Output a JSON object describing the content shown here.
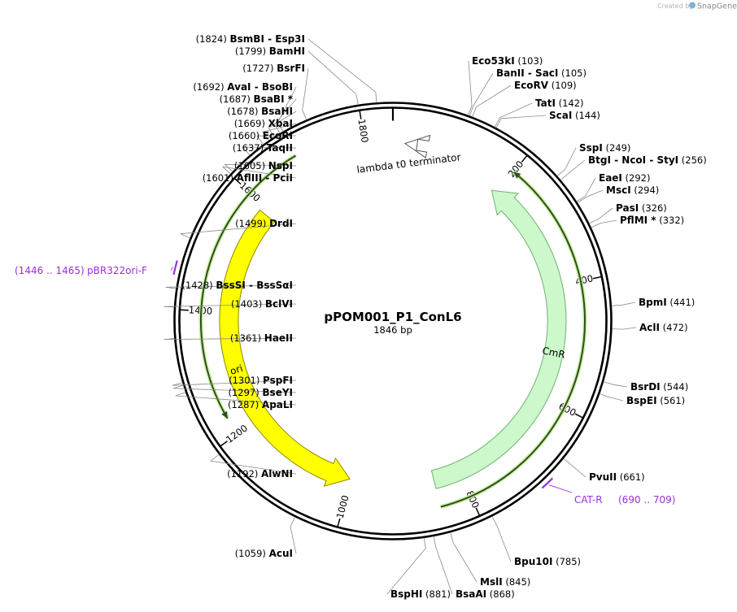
{
  "credit": {
    "prefix": "Created by",
    "brand": "SnapGene"
  },
  "plasmid": {
    "name": "pPOM001_P1_ConL6",
    "length_label": "1846 bp",
    "length": 1846
  },
  "ticks": [
    "200",
    "400",
    "600",
    "800",
    "1000",
    "1200",
    "1400",
    "1600",
    "1800"
  ],
  "features": [
    {
      "name": "lambda t0 terminator",
      "start": 20,
      "end": 40,
      "strand": -1,
      "color": "#ffffff"
    },
    {
      "name": "CmR",
      "start": 190,
      "end": 849,
      "strand": -1,
      "color": "#ccf8cc"
    },
    {
      "name": "ori",
      "start": 1001,
      "end": 1589,
      "strand": -1,
      "color": "#ffff00"
    }
  ],
  "orfs": [
    {
      "start": 200,
      "end": 849,
      "strand": -1
    },
    {
      "start": 1228,
      "end": 1690,
      "strand": -1
    }
  ],
  "primers": [
    {
      "name": "pBR322ori-F",
      "range": "(1446 .. 1465)",
      "start": 1446,
      "end": 1465
    },
    {
      "name": "CAT-R",
      "range": "(690 .. 709)",
      "start": 690,
      "end": 709
    }
  ],
  "sites": [
    {
      "name": "BsmBI",
      "extra": "Esp3I",
      "pos": 1824,
      "marker": ""
    },
    {
      "name": "BamHI",
      "extra": "",
      "pos": 1799,
      "marker": ""
    },
    {
      "name": "BsrFI",
      "extra": "",
      "pos": 1727,
      "marker": ""
    },
    {
      "name": "AvaI",
      "extra": "BsoBI",
      "pos": 1692,
      "marker": ""
    },
    {
      "name": "BsaBI",
      "extra": "",
      "pos": 1687,
      "marker": "*"
    },
    {
      "name": "BsaHI",
      "extra": "",
      "pos": 1678,
      "marker": ""
    },
    {
      "name": "XbaI",
      "extra": "",
      "pos": 1669,
      "marker": ""
    },
    {
      "name": "EcoRI",
      "extra": "",
      "pos": 1660,
      "marker": ""
    },
    {
      "name": "TaqII",
      "extra": "",
      "pos": 1637,
      "marker": ""
    },
    {
      "name": "NspI",
      "extra": "",
      "pos": 1605,
      "marker": ""
    },
    {
      "name": "AflIII",
      "extra": "PciI",
      "pos": 1601,
      "marker": ""
    },
    {
      "name": "DrdI",
      "extra": "",
      "pos": 1499,
      "marker": ""
    },
    {
      "name": "BssSI",
      "extra": "BssSαI",
      "pos": 1428,
      "marker": ""
    },
    {
      "name": "BclVI",
      "extra": "",
      "pos": 1403,
      "marker": ""
    },
    {
      "name": "HaeII",
      "extra": "",
      "pos": 1361,
      "marker": ""
    },
    {
      "name": "PspFI",
      "extra": "",
      "pos": 1301,
      "marker": ""
    },
    {
      "name": "BseYI",
      "extra": "",
      "pos": 1297,
      "marker": ""
    },
    {
      "name": "ApaLI",
      "extra": "",
      "pos": 1287,
      "marker": ""
    },
    {
      "name": "AlwNI",
      "extra": "",
      "pos": 1192,
      "marker": ""
    },
    {
      "name": "AcuI",
      "extra": "",
      "pos": 1059,
      "marker": ""
    },
    {
      "name": "BspHI",
      "extra": "",
      "pos": 881,
      "marker": ""
    },
    {
      "name": "BsaAI",
      "extra": "",
      "pos": 868,
      "marker": ""
    },
    {
      "name": "MslI",
      "extra": "",
      "pos": 845,
      "marker": ""
    },
    {
      "name": "Bpu10I",
      "extra": "",
      "pos": 785,
      "marker": ""
    },
    {
      "name": "PvuII",
      "extra": "",
      "pos": 661,
      "marker": ""
    },
    {
      "name": "BspEI",
      "extra": "",
      "pos": 561,
      "marker": ""
    },
    {
      "name": "BsrDI",
      "extra": "",
      "pos": 544,
      "marker": ""
    },
    {
      "name": "AclI",
      "extra": "",
      "pos": 472,
      "marker": ""
    },
    {
      "name": "BpmI",
      "extra": "",
      "pos": 441,
      "marker": ""
    },
    {
      "name": "PflMI",
      "extra": "",
      "pos": 332,
      "marker": "*"
    },
    {
      "name": "PasI",
      "extra": "",
      "pos": 326,
      "marker": ""
    },
    {
      "name": "MscI",
      "extra": "",
      "pos": 294,
      "marker": ""
    },
    {
      "name": "EaeI",
      "extra": "",
      "pos": 292,
      "marker": ""
    },
    {
      "name": "BtgI",
      "extra": "NcoI - StyI",
      "pos": 256,
      "marker": ""
    },
    {
      "name": "SspI",
      "extra": "",
      "pos": 249,
      "marker": ""
    },
    {
      "name": "ScaI",
      "extra": "",
      "pos": 144,
      "marker": ""
    },
    {
      "name": "TatI",
      "extra": "",
      "pos": 142,
      "marker": ""
    },
    {
      "name": "EcoRV",
      "extra": "",
      "pos": 109,
      "marker": ""
    },
    {
      "name": "BanII",
      "extra": "SacI",
      "pos": 105,
      "marker": ""
    },
    {
      "name": "Eco53kI",
      "extra": "",
      "pos": 103,
      "marker": ""
    }
  ]
}
